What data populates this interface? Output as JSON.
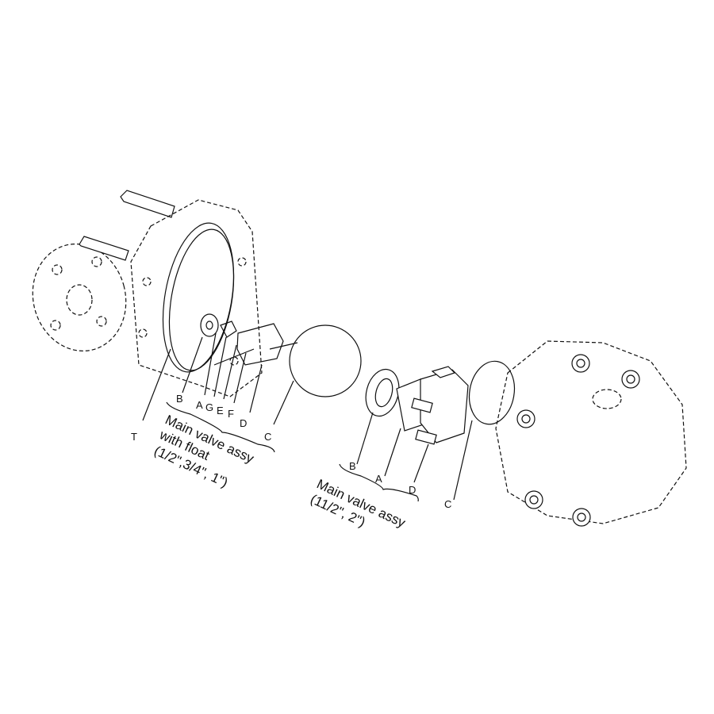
{
  "colors": {
    "highlight": "#f3c6c6",
    "line": "#111111"
  },
  "left_assembly": {
    "part_labels": [
      "T",
      "B",
      "A",
      "G",
      "E",
      "F",
      "D",
      "C"
    ],
    "caption_lines": [
      "Main valve assy",
      "with float",
      "(1/2\",3/4\", 1\")"
    ]
  },
  "right_assembly": {
    "part_labels": [
      "B",
      "A",
      "D",
      "C"
    ],
    "caption_lines": [
      "Main valve assy",
      "(11/2\", 2\")"
    ]
  }
}
